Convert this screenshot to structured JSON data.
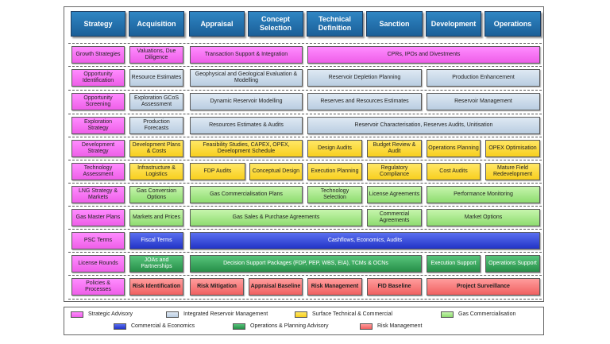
{
  "colors": {
    "strategic_advisory": "#f47cf0",
    "integrated_reservoir_management": "#c9d9ea",
    "surface_technical_commercial": "#fbdb3d",
    "gas_commercialisation": "#a8e68c",
    "commercial_economics": "#3a4fdc",
    "operations_planning_advisory": "#37a85c",
    "risk_management": "#f77e7e",
    "header": "#2573b4"
  },
  "headers": [
    "Strategy",
    "Acquisition",
    "Appraisal",
    "Concept Selection",
    "Technical Definition",
    "Sanction",
    "Development",
    "Operations"
  ],
  "rows": [
    {
      "cells": [
        {
          "text": "Growth Strategies",
          "color": "pink"
        },
        {
          "text": "Valuations, Due Diligence",
          "color": "pink"
        },
        {
          "text": "Transaction Support & Integration",
          "color": "pink"
        },
        {
          "text": "CPRs, IPOs and Divestments",
          "color": "pink"
        }
      ]
    },
    {
      "cells": [
        {
          "text": "Opportunity Identification",
          "color": "pink"
        },
        {
          "text": "Resource Estimates",
          "color": "ltblue"
        },
        {
          "text": "Geophysical and Geological Evaluation & Modelling",
          "color": "ltblue"
        },
        {
          "text": "Reservoir Depletion Planning",
          "color": "ltblue"
        },
        {
          "text": "Production Enhancement",
          "color": "ltblue"
        }
      ]
    },
    {
      "cells": [
        {
          "text": "Opportunity Screening",
          "color": "pink"
        },
        {
          "text": "Exploration GCoS Assessment",
          "color": "ltblue"
        },
        {
          "text": "Dynamic Reservoir Modelling",
          "color": "ltblue"
        },
        {
          "text": "Reserves and Resources Estimates",
          "color": "ltblue"
        },
        {
          "text": "Reservoir Management",
          "color": "ltblue"
        }
      ]
    },
    {
      "cells": [
        {
          "text": "Exploration Strategy",
          "color": "pink"
        },
        {
          "text": "Production Forecasts",
          "color": "ltblue"
        },
        {
          "text": "Resources Estimates & Audits",
          "color": "ltblue"
        },
        {
          "text": "Reservoir Characterisation, Reserves Audits, Unitisation",
          "color": "ltblue"
        }
      ]
    },
    {
      "cells": [
        {
          "text": "Development Strategy",
          "color": "pink"
        },
        {
          "text": "Development Plans & Costs",
          "color": "yellow"
        },
        {
          "text": "Feasibility Studies, CAPEX, OPEX, Development Schedule",
          "color": "yellow"
        },
        {
          "text": "Design Audits",
          "color": "yellow"
        },
        {
          "text": "Budget Review & Audit",
          "color": "yellow"
        },
        {
          "text": "Operations Planning",
          "color": "yellow"
        },
        {
          "text": "OPEX Optimisation",
          "color": "yellow"
        }
      ]
    },
    {
      "cells": [
        {
          "text": "Technology Assessment",
          "color": "pink"
        },
        {
          "text": "Infrastructure & Logistics",
          "color": "yellow"
        },
        {
          "text": "FDP Audits",
          "color": "yellow"
        },
        {
          "text": "Conceptual Design",
          "color": "yellow"
        },
        {
          "text": "Execution Planning",
          "color": "yellow"
        },
        {
          "text": "Regulatory Compliance",
          "color": "yellow"
        },
        {
          "text": "Cost Audits",
          "color": "yellow"
        },
        {
          "text": "Mature Field Redevelopment",
          "color": "yellow"
        }
      ]
    },
    {
      "cells": [
        {
          "text": "LNG Strategy & Markets",
          "color": "pink"
        },
        {
          "text": "Gas Conversion Options",
          "color": "green"
        },
        {
          "text": "Gas Commercialisation Plans",
          "color": "green"
        },
        {
          "text": "Technology Selection",
          "color": "green"
        },
        {
          "text": "License Agreements",
          "color": "green"
        },
        {
          "text": "Performance Monitoring",
          "color": "green"
        }
      ]
    },
    {
      "cells": [
        {
          "text": "Gas Master Plans",
          "color": "pink"
        },
        {
          "text": "Markets and Prices",
          "color": "green"
        },
        {
          "text": "Gas Sales & Purchase Agreements",
          "color": "green"
        },
        {
          "text": "Commercial Agreements",
          "color": "green"
        },
        {
          "text": "Market Options",
          "color": "green"
        }
      ]
    },
    {
      "cells": [
        {
          "text": "PSC Terms",
          "color": "pink"
        },
        {
          "text": "Fiscal Terms",
          "color": "blue"
        },
        {
          "text": "Cashflows, Economics, Audits",
          "color": "blue"
        }
      ]
    },
    {
      "cells": [
        {
          "text": "License Rounds",
          "color": "pink"
        },
        {
          "text": "JOAs and Partnerships",
          "color": "dkgreen"
        },
        {
          "text": "Decision Support Packages (FDP, PEP, WBS, EIA), TCMs & OCNs",
          "color": "dkgreen"
        },
        {
          "text": "Execution Support",
          "color": "dkgreen"
        },
        {
          "text": "Operations Support",
          "color": "dkgreen"
        }
      ]
    },
    {
      "cells": [
        {
          "text": "Policies & Processes",
          "color": "pink"
        },
        {
          "text": "Risk Identification",
          "color": "red"
        },
        {
          "text": "Risk Mitigation",
          "color": "red"
        },
        {
          "text": "Appraisal Baseline",
          "color": "red"
        },
        {
          "text": "Risk Management",
          "color": "red"
        },
        {
          "text": "FID Baseline",
          "color": "red"
        },
        {
          "text": "Project Surveillance",
          "color": "red"
        }
      ]
    }
  ],
  "legend": [
    {
      "label": "Strategic Advisory",
      "color": "pink"
    },
    {
      "label": "Integrated Reservoir Management",
      "color": "ltblue"
    },
    {
      "label": "Surface Technical & Commercial",
      "color": "yellow"
    },
    {
      "label": "Gas Commercialisation",
      "color": "green"
    },
    {
      "label": "Commercial & Economics",
      "color": "blue"
    },
    {
      "label": "Operations & Planning Advisory",
      "color": "dkgreen"
    },
    {
      "label": "Risk Management",
      "color": "red"
    }
  ]
}
